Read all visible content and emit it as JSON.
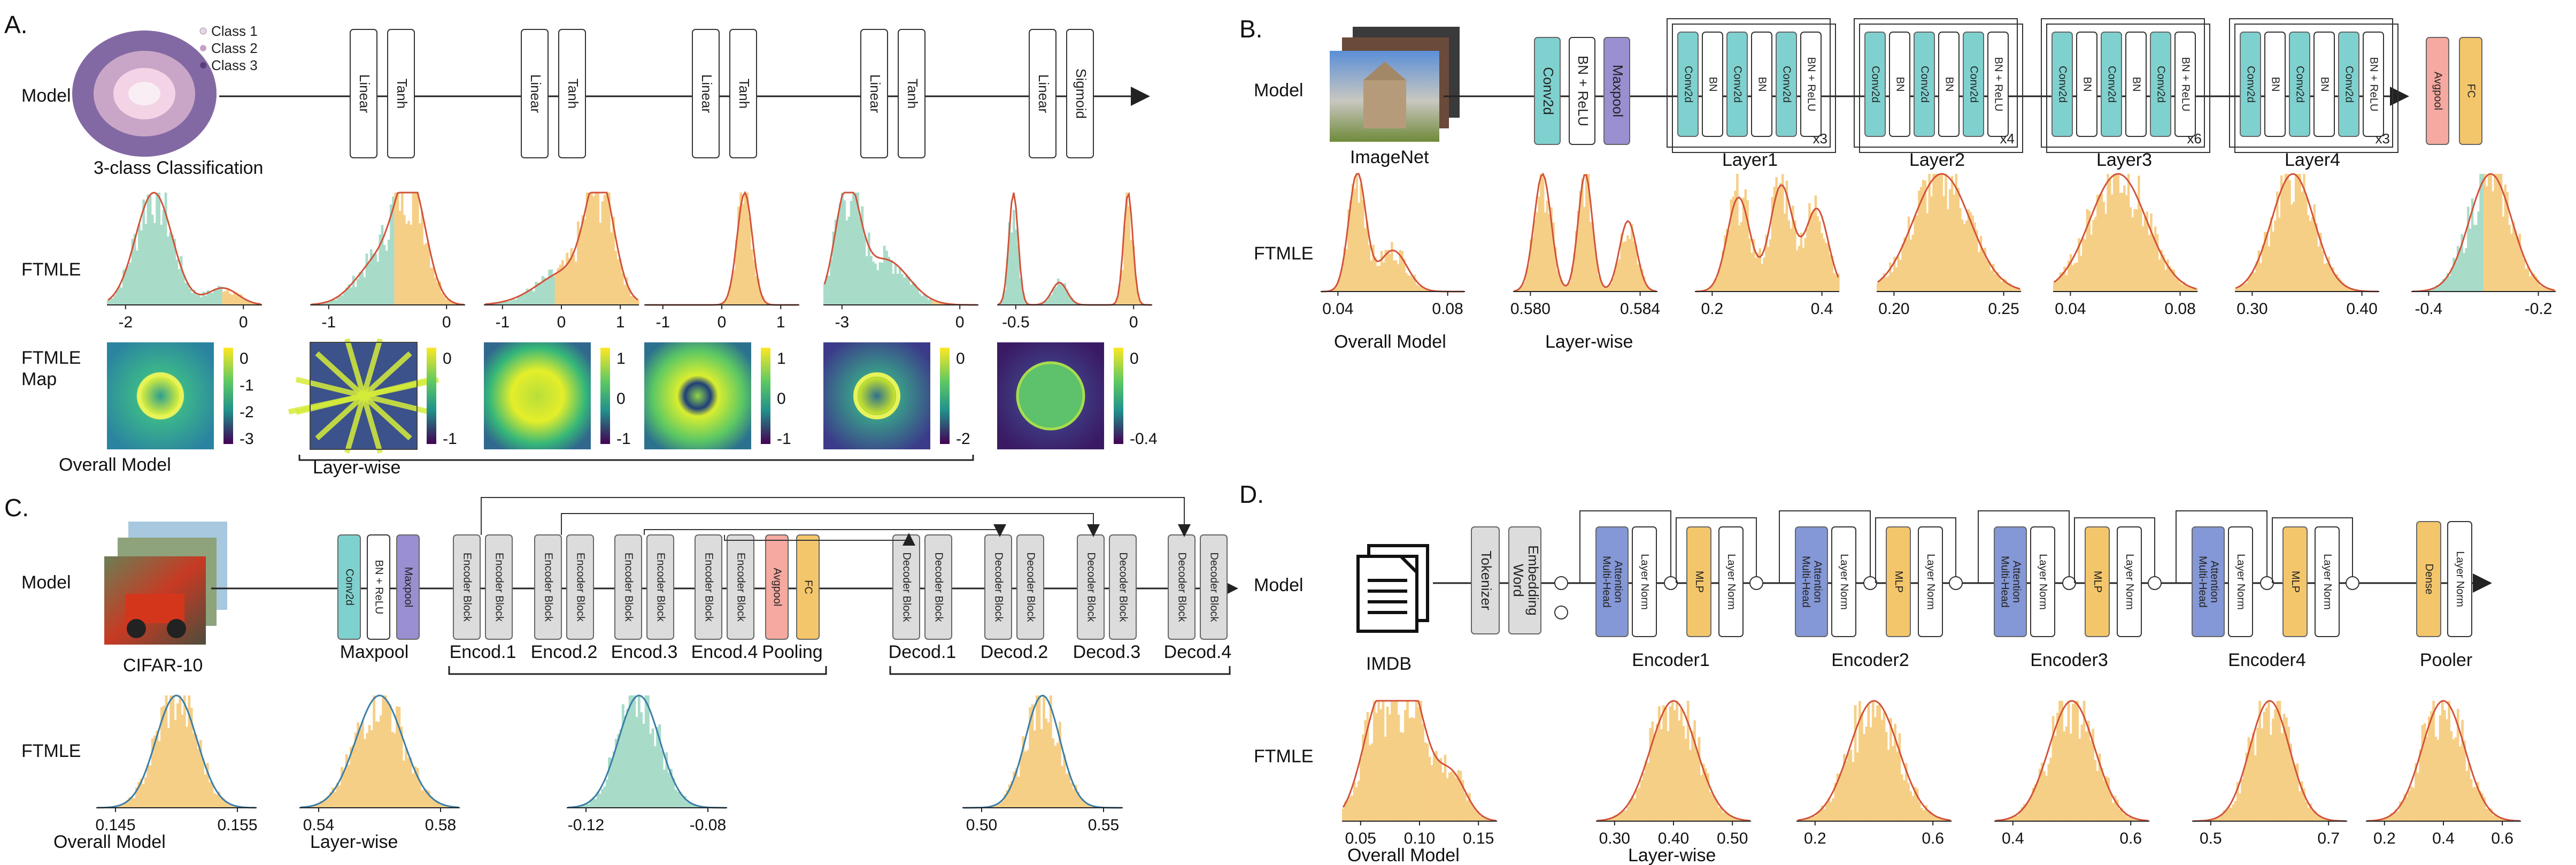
{
  "panels": {
    "A": {
      "label": "A.",
      "row_model": "Model",
      "row_ftmle": "FTMLE",
      "row_map": "FTMLE\nMap",
      "scatter_caption": "3-class Classification",
      "legend": [
        "Class 1",
        "Class 2",
        "Class 3"
      ],
      "layers": [
        {
          "a": "Linear",
          "b": "Tanh"
        },
        {
          "a": "Linear",
          "b": "Tanh"
        },
        {
          "a": "Linear",
          "b": "Tanh"
        },
        {
          "a": "Linear",
          "b": "Tanh"
        },
        {
          "a": "Linear",
          "b": "Sigmoid"
        }
      ],
      "hist_ticks": [
        [
          "-2",
          "0"
        ],
        [
          "-1",
          "0"
        ],
        [
          "-1",
          "0",
          "1"
        ],
        [
          "-1",
          "0",
          "1"
        ],
        [
          "-3",
          "0"
        ],
        [
          "-0.5",
          "0"
        ]
      ],
      "colorbars": [
        [
          "0",
          "-1",
          "-2",
          "-3"
        ],
        [
          "0",
          "-1"
        ],
        [
          "1",
          "0",
          "-1"
        ],
        [
          "1",
          "0",
          "-1"
        ],
        [
          "0",
          "-2"
        ],
        [
          "0",
          "-0.4"
        ]
      ],
      "caption_overall": "Overall Model",
      "caption_layer": "Layer-wise"
    },
    "B": {
      "label": "B.",
      "row_model": "Model",
      "row_ftmle": "FTMLE",
      "dataset": "ImageNet",
      "stem": [
        "Conv2d",
        "BN + ReLU",
        "Maxpool"
      ],
      "block": [
        "Conv2d",
        "BN",
        "Conv2d",
        "BN",
        "Conv2d",
        "BN + ReLU"
      ],
      "layers": [
        {
          "name": "Layer1",
          "mult": "x3"
        },
        {
          "name": "Layer2",
          "mult": "x4"
        },
        {
          "name": "Layer3",
          "mult": "x6"
        },
        {
          "name": "Layer4",
          "mult": "x3"
        }
      ],
      "head": [
        "Avgpool",
        "FC"
      ],
      "hist_ticks": [
        [
          "0.04",
          "0.08"
        ],
        [
          "0.580",
          "0.584"
        ],
        [
          "0.2",
          "0.4"
        ],
        [
          "0.20",
          "0.25"
        ],
        [
          "0.04",
          "0.08"
        ],
        [
          "0.30",
          "0.40"
        ],
        [
          "-0.4",
          "-0.2"
        ]
      ],
      "caption_overall": "Overall Model",
      "caption_layer": "Layer-wise"
    },
    "C": {
      "label": "C.",
      "row_model": "Model",
      "row_ftmle": "FTMLE",
      "dataset": "CIFAR-10",
      "stem": [
        "Conv2d",
        "BN + ReLU",
        "Maxpool"
      ],
      "stem_caption": "Maxpool",
      "encoder_block": "Encoder Block",
      "decoder_block": "Decoder Block",
      "encoders": [
        "Encod.1",
        "Encod.2",
        "Encod.3",
        "Encod.4"
      ],
      "pool": [
        "Avgpool",
        "FC"
      ],
      "pool_caption": "Pooling",
      "decoders": [
        "Decod.1",
        "Decod.2",
        "Decod.3",
        "Decod.4"
      ],
      "hist_ticks": [
        [
          "0.145",
          "0.155"
        ],
        [
          "0.54",
          "0.58"
        ],
        [
          "-0.12",
          "-0.08"
        ],
        [
          "0.50",
          "0.55"
        ]
      ],
      "caption_overall": "Overall Model",
      "caption_layer": "Layer-wise"
    },
    "D": {
      "label": "D.",
      "row_model": "Model",
      "row_ftmle": "FTMLE",
      "dataset": "IMDB",
      "tokenizer": "Tokenizer",
      "embedding": "Word\nEmbedding",
      "encoder_parts": [
        "Multi-Head\nAttention",
        "Layer Norm",
        "MLP",
        "Layer Norm"
      ],
      "encoders": [
        "Encoder1",
        "Encoder2",
        "Encoder3",
        "Encoder4"
      ],
      "pooler": [
        "Dense",
        "Layer Norm"
      ],
      "pooler_caption": "Pooler",
      "hist_ticks": [
        [
          "0.05",
          "0.10",
          "0.15"
        ],
        [
          "0.30",
          "0.40",
          "0.50"
        ],
        [
          "0.2",
          "0.6"
        ],
        [
          "0.4",
          "0.6"
        ],
        [
          "0.5",
          "0.7"
        ],
        [
          "0.2",
          "0.4",
          "0.6"
        ]
      ],
      "caption_overall": "Overall Model",
      "caption_layer": "Layer-wise"
    }
  },
  "colors": {
    "teal": "#7fd1cf",
    "purple": "#9a8fd1",
    "salmon": "#f5a9a0",
    "orange": "#f4c66b",
    "blue": "#8497d6",
    "grey": "#dcdcdc",
    "hist_orange": "#f6cf87",
    "hist_green": "#a8dcc9",
    "curve_red": "#d2533a",
    "curve_blue": "#3a7ea8"
  }
}
